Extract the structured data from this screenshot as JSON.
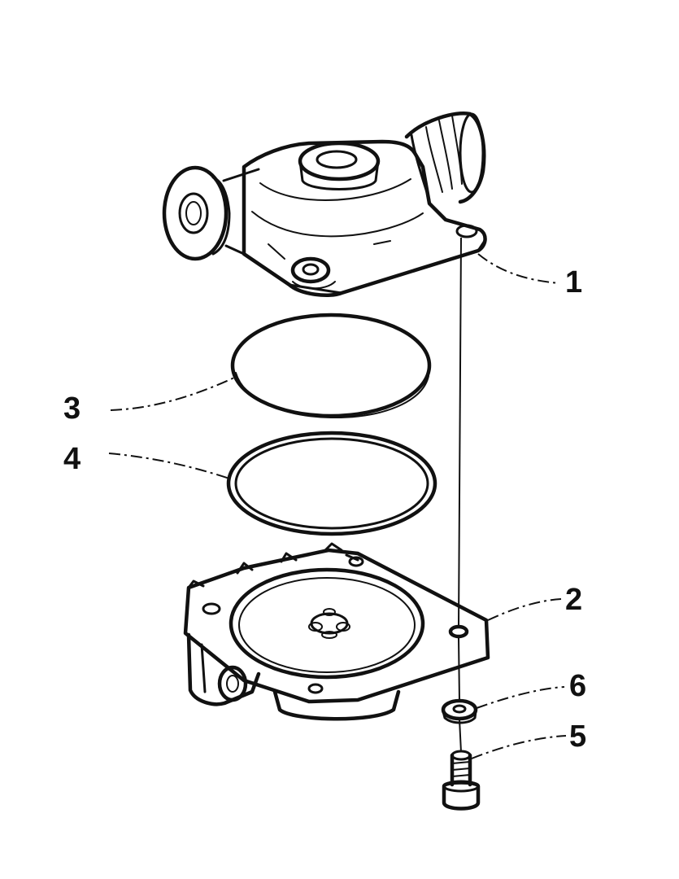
{
  "diagram": {
    "callouts": [
      {
        "id": "1",
        "text": "1"
      },
      {
        "id": "2",
        "text": "2"
      },
      {
        "id": "3",
        "text": "3"
      },
      {
        "id": "4",
        "text": "4"
      },
      {
        "id": "5",
        "text": "5"
      },
      {
        "id": "6",
        "text": "6"
      }
    ]
  },
  "colors": {
    "ink": "#111111",
    "background": "#ffffff"
  }
}
